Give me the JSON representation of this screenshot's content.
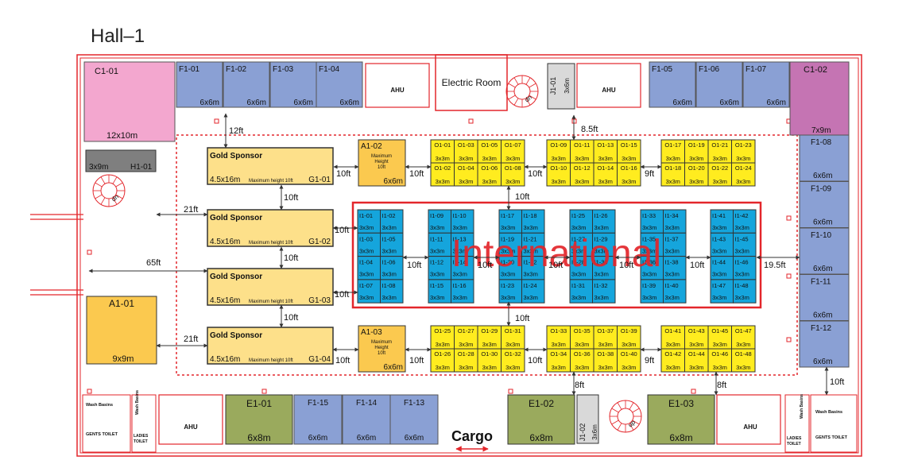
{
  "hall_title": "Hall–1",
  "colors": {
    "wall": "#e3262b",
    "blue_booth": "#8aa0d4",
    "yellow_booth": "#ffec1f",
    "gold": "#fde08a",
    "orange": "#fbc94f",
    "cyan": "#15a5dc",
    "green": "#9aaa5d",
    "pink": "#f3a7cf",
    "magenta": "#c574b3",
    "gray": "#7f7f7f",
    "light_gray": "#d9d9d9"
  },
  "corner": {
    "c101": {
      "id": "C1-01",
      "size": "12x10m"
    },
    "c102": {
      "id": "C1-02",
      "size": "7x9m"
    },
    "h101": {
      "id": "H1-01",
      "size": "3x9m"
    }
  },
  "top_f": [
    {
      "id": "F1-01",
      "size": "6x6m"
    },
    {
      "id": "F1-02",
      "size": "6x6m"
    },
    {
      "id": "F1-03",
      "size": "6x6m"
    },
    {
      "id": "F1-04",
      "size": "6x6m"
    },
    {
      "id": "F1-05",
      "size": "6x6m"
    },
    {
      "id": "F1-06",
      "size": "6x6m"
    },
    {
      "id": "F1-07",
      "size": "6x6m"
    }
  ],
  "right_f": [
    {
      "id": "F1-08",
      "size": "6x6m"
    },
    {
      "id": "F1-09",
      "size": "6x6m"
    },
    {
      "id": "F1-10",
      "size": "6x6m"
    },
    {
      "id": "F1-11",
      "size": "6x6m"
    },
    {
      "id": "F1-12",
      "size": "6x6m"
    }
  ],
  "bottom_f": [
    {
      "id": "F1-15",
      "size": "6x6m"
    },
    {
      "id": "F1-14",
      "size": "6x6m"
    },
    {
      "id": "F1-13",
      "size": "6x6m"
    }
  ],
  "e_booths": [
    {
      "id": "E1-01",
      "size": "6x8m"
    },
    {
      "id": "E1-02",
      "size": "6x8m"
    },
    {
      "id": "E1-03",
      "size": "6x8m"
    }
  ],
  "j_booths": [
    {
      "id": "J1-01",
      "size": "3x6m"
    },
    {
      "id": "J1-02",
      "size": "3x6m"
    }
  ],
  "gold": [
    {
      "title": "Gold Sponsor",
      "size": "4.5x16m",
      "note": "Maximum height 10ft",
      "id": "G1-01"
    },
    {
      "title": "Gold Sponsor",
      "size": "4.5x16m",
      "note": "Maximum height 10ft",
      "id": "G1-02"
    },
    {
      "title": "Gold Sponsor",
      "size": "4.5x16m",
      "note": "Maximum height 10ft",
      "id": "G1-03"
    },
    {
      "title": "Gold Sponsor",
      "size": "4.5x16m",
      "note": "Maximum height 10ft",
      "id": "G1-04"
    }
  ],
  "a_booths": {
    "a101": {
      "id": "A1-01",
      "size": "9x9m"
    },
    "a102": {
      "id": "A1-02",
      "note": [
        "Maximum",
        "Height",
        "10ft"
      ],
      "size": "6x6m"
    },
    "a103": {
      "id": "A1-03",
      "note": [
        "Maximum",
        "Height",
        "10ft"
      ],
      "size": "6x6m"
    }
  },
  "o_size": "3x3m",
  "o_groups": [
    {
      "top": [
        "O1-01",
        "O1-03",
        "O1-05",
        "O1-07"
      ],
      "bottom": [
        "O1-02",
        "O1-04",
        "O1-06",
        "O1-08"
      ]
    },
    {
      "top": [
        "O1-09",
        "O1-11",
        "O1-13",
        "O1-15"
      ],
      "bottom": [
        "O1-10",
        "O1-12",
        "O1-14",
        "O1-16"
      ]
    },
    {
      "top": [
        "O1-17",
        "O1-19",
        "O1-21",
        "O1-23"
      ],
      "bottom": [
        "O1-18",
        "O1-20",
        "O1-22",
        "O1-24"
      ]
    },
    {
      "top": [
        "O1-25",
        "O1-27",
        "O1-29",
        "O1-31"
      ],
      "bottom": [
        "O1-26",
        "O1-28",
        "O1-30",
        "O1-32"
      ]
    },
    {
      "top": [
        "O1-33",
        "O1-35",
        "O1-37",
        "O1-39"
      ],
      "bottom": [
        "O1-34",
        "O1-36",
        "O1-38",
        "O1-40"
      ]
    },
    {
      "top": [
        "O1-41",
        "O1-43",
        "O1-45",
        "O1-47"
      ],
      "bottom": [
        "O1-42",
        "O1-44",
        "O1-46",
        "O1-48"
      ]
    }
  ],
  "international": {
    "label": "International",
    "size": "3x3m",
    "blocks": [
      [
        "I1-01",
        "I1-02",
        "I1-03",
        "I1-05",
        "I1-04",
        "I1-06",
        "I1-07",
        "I1-08"
      ],
      [
        "I1-09",
        "I1-10",
        "I1-11",
        "I1-13",
        "I1-12",
        "I1-14",
        "I1-15",
        "I1-16"
      ],
      [
        "I1-17",
        "I1-18",
        "I1-19",
        "I1-21",
        "I1-20",
        "I1-22",
        "I1-23",
        "I1-24"
      ],
      [
        "I1-25",
        "I1-26",
        "I1-27",
        "I1-29",
        "I1-28",
        "I1-30",
        "I1-31",
        "I1-32"
      ],
      [
        "I1-33",
        "I1-34",
        "I1-35",
        "I1-37",
        "I1-36",
        "I1-38",
        "I1-39",
        "I1-40"
      ],
      [
        "I1-41",
        "I1-42",
        "I1-43",
        "I1-45",
        "I1-44",
        "I1-46",
        "I1-47",
        "I1-48"
      ]
    ]
  },
  "facilities": {
    "ahu": "AHU",
    "electric_room": "Electric Room",
    "dn": "dn",
    "up": "up",
    "wash_basins": "Wash Basins",
    "gents_toilet": "GENTS TOILET",
    "ladies_toilet": [
      "LADIES",
      "TOILET"
    ],
    "cargo": "Cargo"
  },
  "dims": {
    "d12ft": "12ft",
    "d85ft": "8.5ft",
    "d10ft": "10ft",
    "d9ft": "9ft",
    "d21ft": "21ft",
    "d65ft": "65ft",
    "d195ft": "19.5ft",
    "d8ft": "8ft"
  }
}
